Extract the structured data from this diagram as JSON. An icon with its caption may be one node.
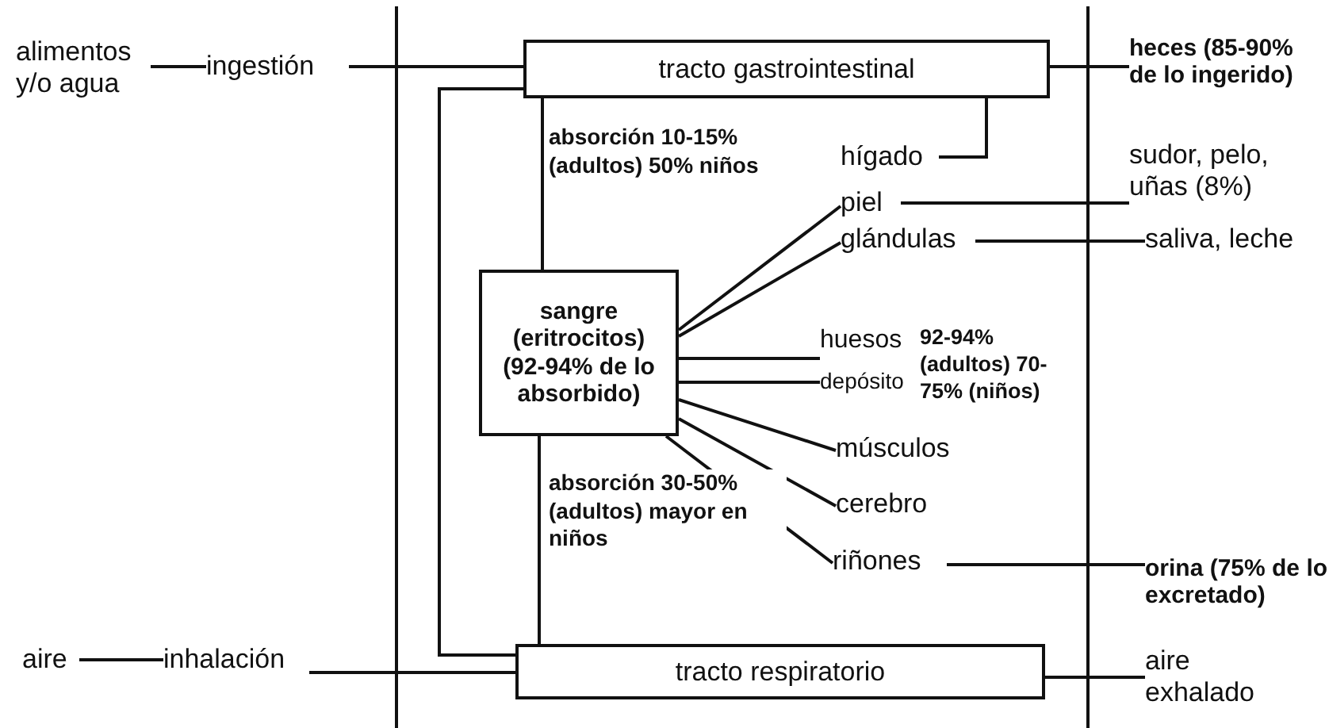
{
  "diagram": {
    "nodes": [
      {
        "text": [
          "alimentos y/o agua"
        ]
      },
      {
        "text": [
          "ingestión"
        ]
      },
      {
        "text": [
          "tracto gastrointestinal"
        ]
      },
      {
        "text": [
          "hígado"
        ]
      },
      {
        "text": [
          "piel"
        ]
      },
      {
        "text": [
          "glándulas"
        ]
      },
      {
        "text": [
          "sangre (eritrocitos)",
          "(92-94% de lo absorbido)"
        ]
      },
      {
        "text": [
          "huesos"
        ]
      },
      {
        "text": [
          "depósito"
        ]
      },
      {
        "text": [
          "músculos"
        ]
      },
      {
        "text": [
          "cerebro"
        ]
      },
      {
        "text": [
          "riñones"
        ]
      },
      {
        "text": [
          "aire"
        ]
      },
      {
        "text": [
          "inhalación"
        ]
      },
      {
        "text": [
          "tracto respiratorio"
        ]
      },
      {
        "text": [
          "heces (85-90% de lo ingerido)"
        ]
      },
      {
        "text": [
          "sudor, pelo, uñas (8%)"
        ]
      },
      {
        "text": [
          "saliva, leche"
        ]
      },
      {
        "text": [
          "orina (75% de lo excretado)"
        ]
      },
      {
        "text": [
          "aire exhalado"
        ]
      }
    ],
    "edges": [
      {
        "from": 0,
        "to": 1,
        "arrow": "none"
      },
      {
        "from": 1,
        "to": 2,
        "arrow": "none"
      },
      {
        "from": 2,
        "to": 14,
        "arrow": "none"
      },
      {
        "from": 2,
        "to": 6,
        "arrow": "none",
        "label": "absorción 10-15% (adultos) 50% niños"
      },
      {
        "from": 14,
        "to": 6,
        "arrow": "none",
        "label": "absorción 30-50% (adultos) mayor en niños"
      },
      {
        "from": 2,
        "to": 3,
        "arrow": "none"
      },
      {
        "from": 6,
        "to": 4,
        "arrow": "none"
      },
      {
        "from": 6,
        "to": 5,
        "arrow": "none"
      },
      {
        "from": 6,
        "to": 7,
        "arrow": "none"
      },
      {
        "from": 6,
        "to": 8,
        "arrow": "none"
      },
      {
        "from": 6,
        "to": 9,
        "arrow": "none"
      },
      {
        "from": 6,
        "to": 10,
        "arrow": "none"
      },
      {
        "from": 6,
        "to": 11,
        "arrow": "none"
      },
      {
        "from": 2,
        "to": 15,
        "arrow": "none"
      },
      {
        "from": 4,
        "to": 16,
        "arrow": "none"
      },
      {
        "from": 5,
        "to": 17,
        "arrow": "none"
      },
      {
        "from": 11,
        "to": 18,
        "arrow": "none"
      },
      {
        "from": 14,
        "to": 19,
        "arrow": "none"
      },
      {
        "from": 12,
        "to": 13,
        "arrow": "none"
      },
      {
        "from": 13,
        "to": 14,
        "arrow": "none"
      }
    ],
    "labels": [
      "92-94% (adultos) 70-75% (niños)"
    ]
  }
}
